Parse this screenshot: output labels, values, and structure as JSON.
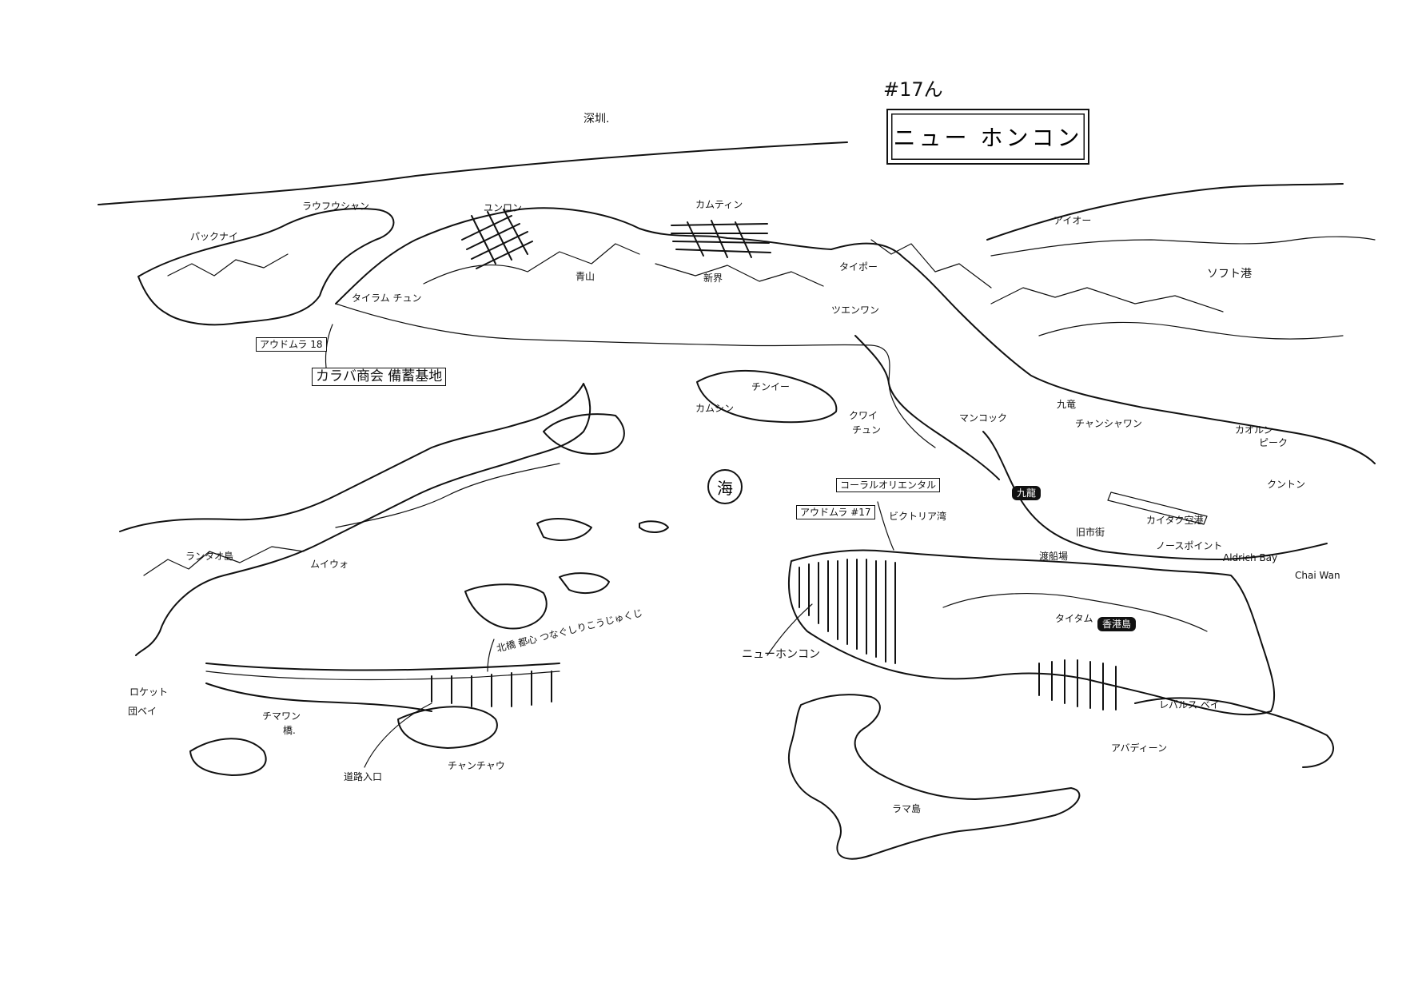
{
  "map": {
    "episode": "#17ん",
    "title": "ニュー ホンコン",
    "sea_symbol": "海",
    "labels": {
      "top_river": "深圳.",
      "lau_fau_shan": "ラウフウシャン",
      "pak_nai": "パックナイ",
      "tuen_mun": "ユンロン",
      "kam_tin": "カムティン",
      "qing_shan": "青山",
      "tai_lam": "タイラム チュン",
      "xin_jie": "新界",
      "tai_po": "タイポー",
      "tsuen_wan": "ツエンワン",
      "sai_kung": "アイオー",
      "port_area": "ソフト港",
      "mong_kok": "マンコック",
      "kowloon_river": "九竜",
      "kwai_chung_1": "クワイ",
      "kwai_chung_2": "チュン",
      "kowloon_peak_1": "カオルン",
      "kowloon_peak_2": "ピーク",
      "cheung_sha_wan": "チャンシャワン",
      "cartoon_island": "チンイー",
      "lantau": "ランタオ島",
      "mui_wo": "ムイウォ",
      "kowloon_dark": "九龍",
      "old_airport": "旧市街",
      "kai_tak": "カイタク空港",
      "north_point": "ノースポイント",
      "aldrich_bay": "Aldrich Bay",
      "chai_wan": "Chai Wan",
      "kwun_tong": "クントン",
      "victoria_harbour": "ビクトリア湾",
      "coral_oriental": "コーラルオリエンタル",
      "audumla_17": "アウドムラ #17",
      "audumla_18": "アウドムラ 18",
      "kara_base": "カラバ商会 備蓄基地",
      "new_hongkong": "ニューホンコン",
      "hk_island": "香港島",
      "repulse_bay": "レパルス ベイ",
      "aberdeen": "アバディーン",
      "lamma": "ラマ島",
      "lockhart_1": "ロケット",
      "lockhart_2": "団ベイ",
      "tsing_ma": "チマワン",
      "tsing_ma_2": "橋.",
      "road_note": "道路入口",
      "bridge_note": "北橋 都心 つなぐしりこうじゅくじ",
      "cheung_chau": "チャンチャウ",
      "ship_wreck": "カムシン",
      "tai_tam": "タイタム",
      "kai_tak_2": "渡船場"
    }
  }
}
